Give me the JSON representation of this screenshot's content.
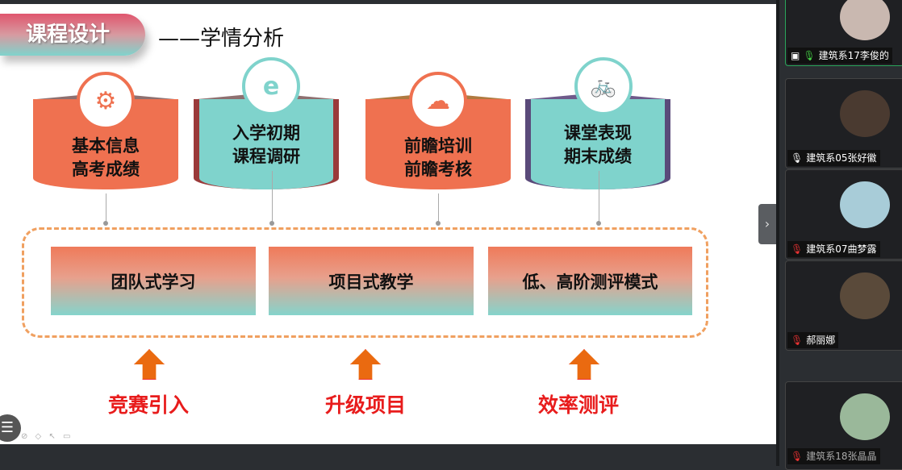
{
  "slide": {
    "badge": "课程设计",
    "subtitle": "——学情分析",
    "cards": [
      {
        "line1": "基本信息",
        "line2": "高考成绩",
        "icon": "code-gear-icon",
        "glyph": "⚙",
        "color": "#ef7150"
      },
      {
        "line1": "入学初期",
        "line2": "课程调研",
        "icon": "e-apple-icon",
        "glyph": "e",
        "color": "#7fd3cc"
      },
      {
        "line1": "前瞻培训",
        "line2": "前瞻考核",
        "icon": "cloud-download-icon",
        "glyph": "☁",
        "color": "#ef7150"
      },
      {
        "line1": "课堂表现",
        "line2": "期末成绩",
        "icon": "bicycle-icon",
        "glyph": "🚲",
        "color": "#7fd3cc"
      }
    ],
    "boxes": [
      "团队式学习",
      "项目式教学",
      "低、高阶测评模式"
    ],
    "outcomes": [
      "竞赛引入",
      "升级项目",
      "效率测评"
    ]
  },
  "toolbar": {
    "menu_glyph": "☰",
    "tools_glyph": "⊘ ◇ ↖ ▭"
  },
  "expand_glyph": "›",
  "participants": [
    {
      "name": "建筑系17李俊的",
      "mic": "on",
      "sharing": true
    },
    {
      "name": "建筑系05张好徽",
      "mic": "on"
    },
    {
      "name": "建筑系07曲梦露",
      "mic": "muted"
    },
    {
      "name": "郝丽娜",
      "mic": "muted"
    },
    {
      "name": "建筑系18张晶晶",
      "mic": "muted"
    }
  ]
}
